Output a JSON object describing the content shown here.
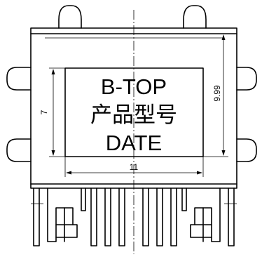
{
  "label": {
    "line1": "B-TOP",
    "line2": "产品型号",
    "line3": "DATE"
  },
  "dimensions": {
    "height_inner": "7",
    "height_outer": "9.99",
    "width": "11"
  }
}
